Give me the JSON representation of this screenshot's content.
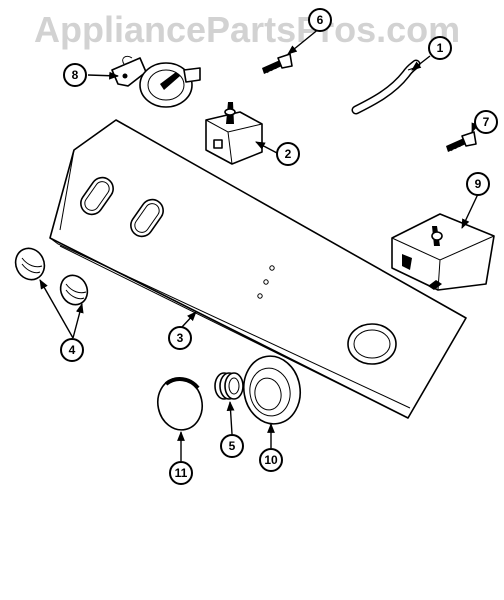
{
  "watermark": "AppliancePartsPros.com",
  "callouts": {
    "c1": "1",
    "c2": "2",
    "c3": "3",
    "c4": "4",
    "c5": "5",
    "c6": "6",
    "c7": "7",
    "c8": "8",
    "c9": "9",
    "c10": "10",
    "c11": "11"
  }
}
